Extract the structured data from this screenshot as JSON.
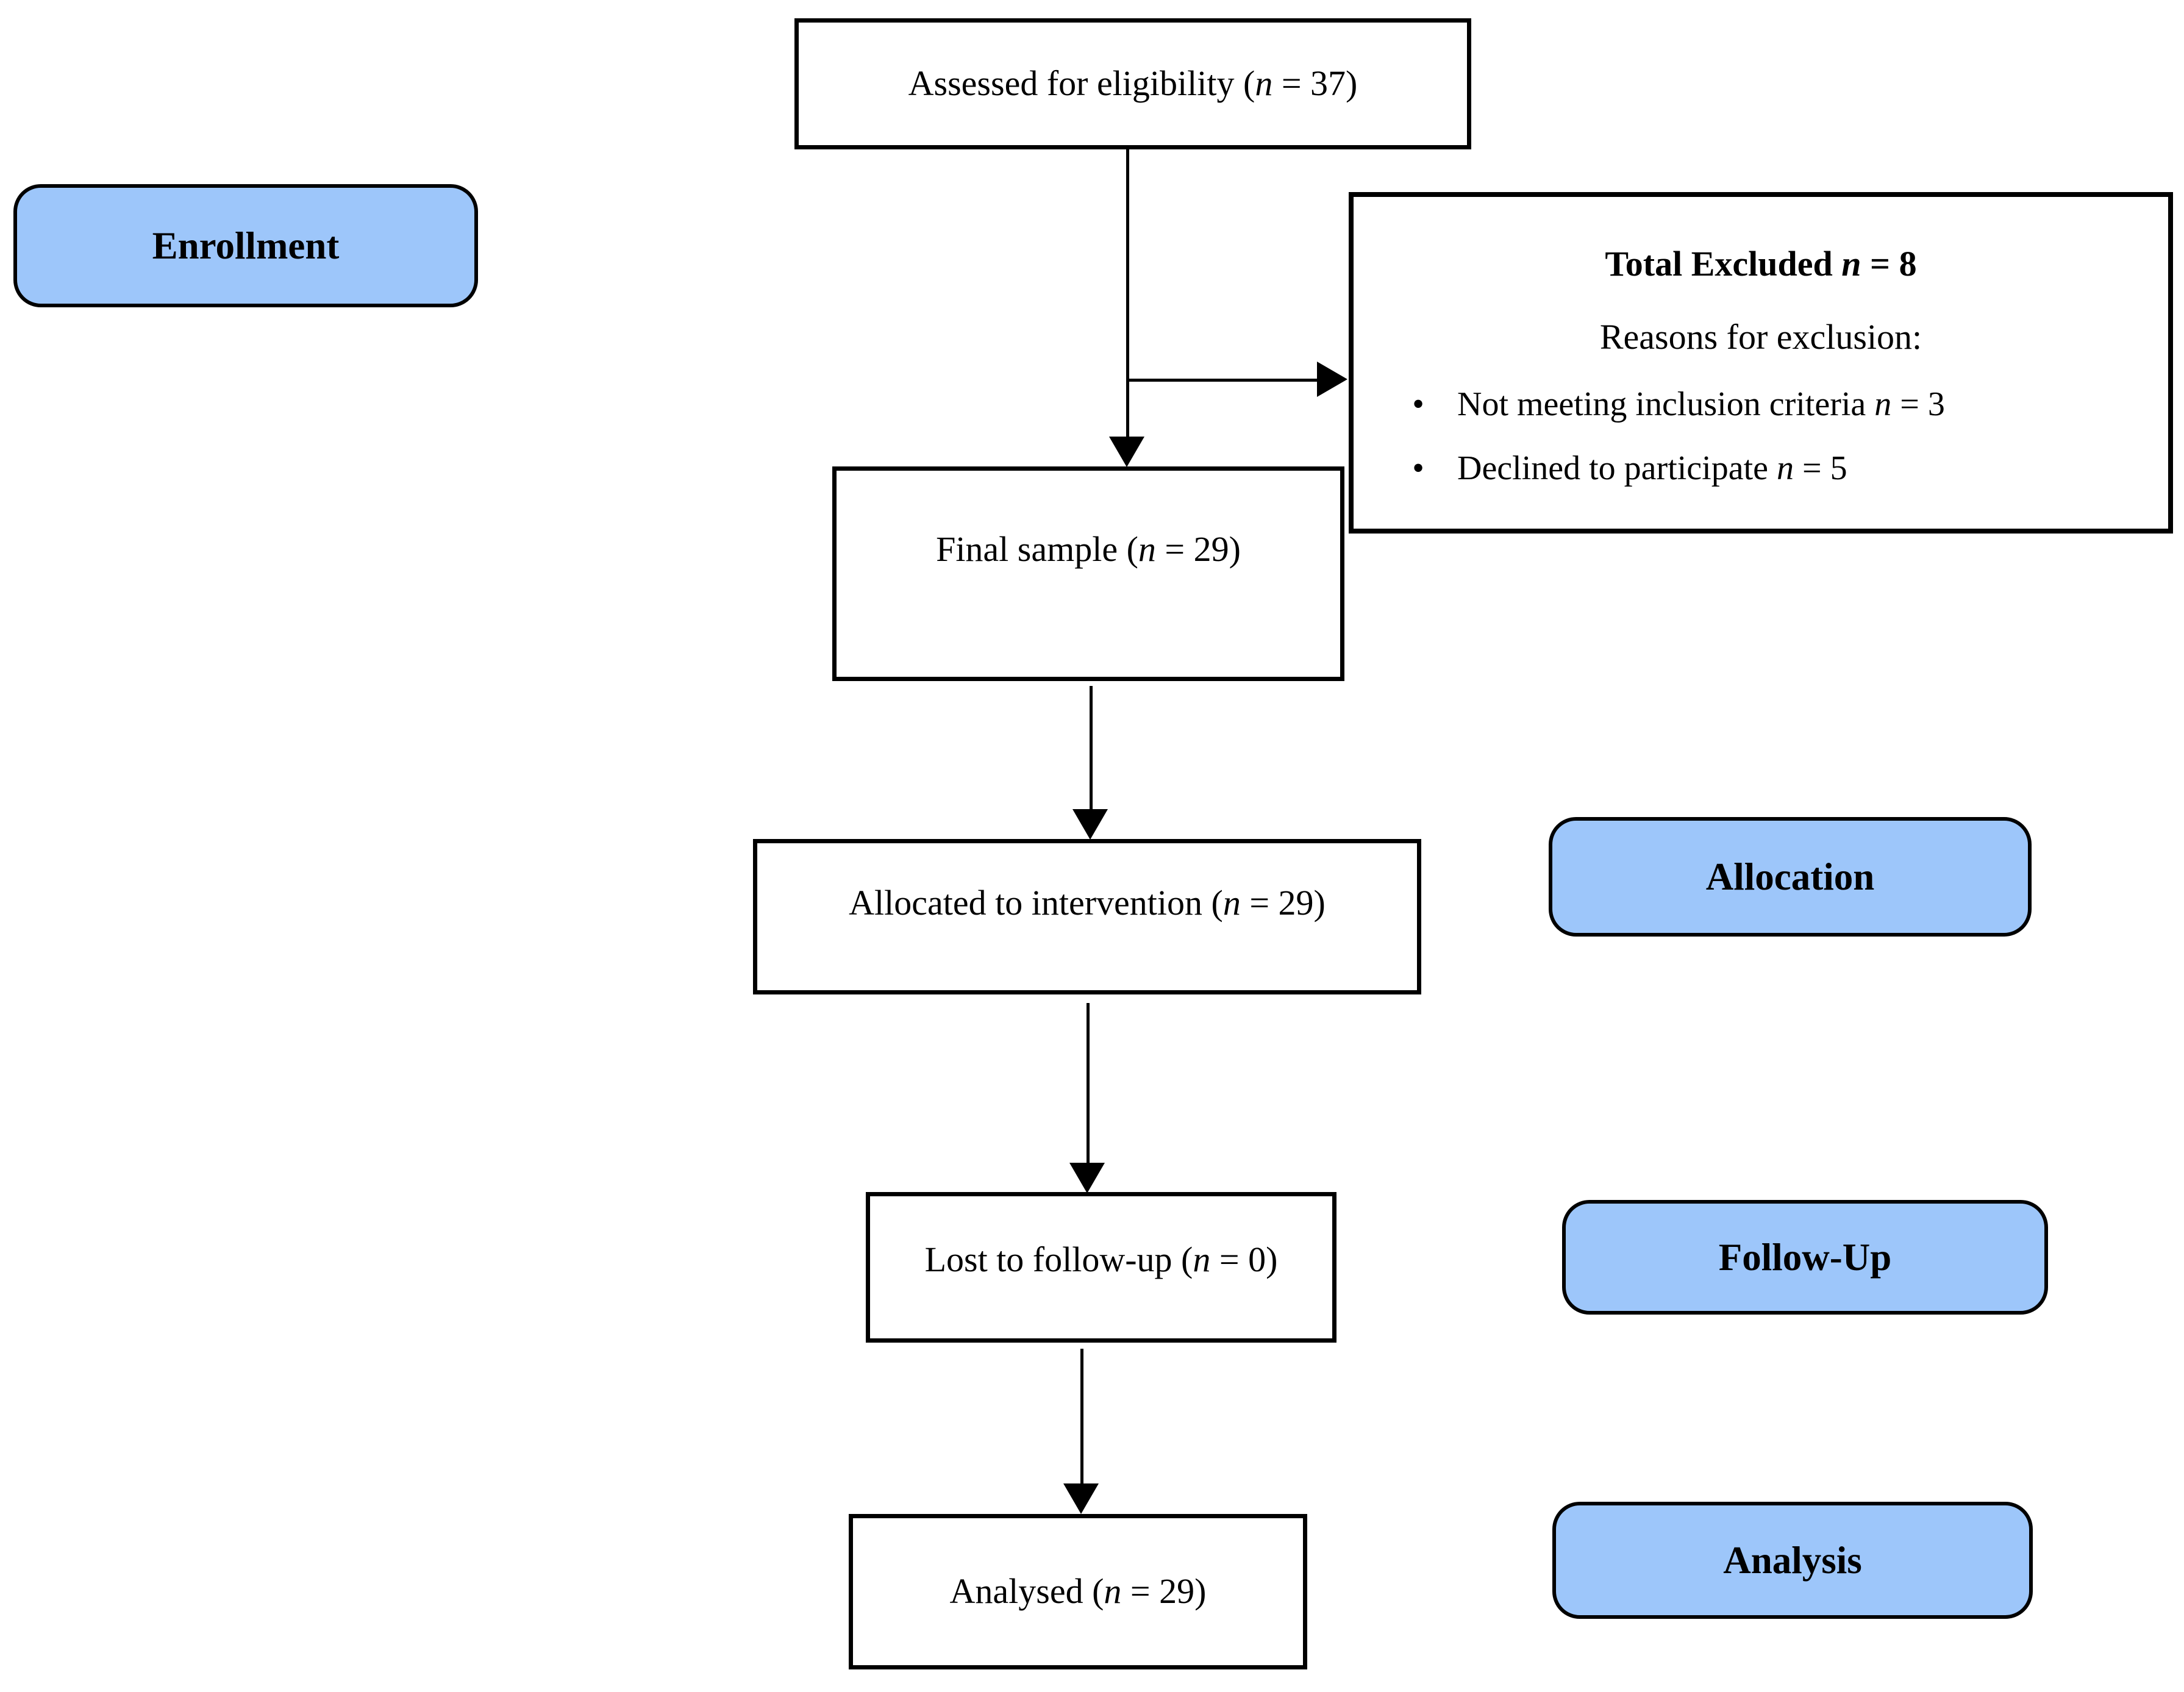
{
  "colors": {
    "pill_fill": "#9DC6FA",
    "ink": "#000000",
    "box_fill": "#FFFFFF",
    "background": "#FFFFFF"
  },
  "counts": {
    "assessed_for_eligibility": 37,
    "total_excluded": 8,
    "not_meeting_inclusion_criteria": 3,
    "declined_to_participate": 5,
    "final_sample": 29,
    "allocated_to_intervention": 29,
    "lost_to_follow_up": 0,
    "analysed": 29
  },
  "stages": {
    "enrollment": "Enrollment",
    "allocation": "Allocation",
    "follow_up": "Follow-Up",
    "analysis": "Analysis"
  },
  "boxes": {
    "assessed": {
      "parts": [
        {
          "t": "Assessed for eligibility (",
          "i": false
        },
        {
          "t": "n",
          "i": true
        },
        {
          "t": " = 37)",
          "i": false
        }
      ]
    },
    "final_sample": {
      "parts": [
        {
          "t": "Final sample (",
          "i": false
        },
        {
          "t": "n",
          "i": true
        },
        {
          "t": " = 29)",
          "i": false
        }
      ]
    },
    "allocated": {
      "parts": [
        {
          "t": "Allocated to intervention (",
          "i": false
        },
        {
          "t": "n",
          "i": true
        },
        {
          "t": " = 29)",
          "i": false
        }
      ]
    },
    "lost": {
      "parts": [
        {
          "t": "Lost to follow-up (",
          "i": false
        },
        {
          "t": "n",
          "i": true
        },
        {
          "t": " = 0)",
          "i": false
        }
      ]
    },
    "analysed": {
      "parts": [
        {
          "t": "Analysed (",
          "i": false
        },
        {
          "t": "n",
          "i": true
        },
        {
          "t": " = 29)",
          "i": false
        }
      ]
    }
  },
  "excluded": {
    "title_parts": [
      {
        "t": "Total Excluded ",
        "i": false
      },
      {
        "t": "n",
        "i": true
      },
      {
        "t": " = 8",
        "i": false
      }
    ],
    "subtitle": "Reasons for exclusion:",
    "bullet_char": "•",
    "bullets": [
      {
        "parts": [
          {
            "t": "Not meeting inclusion criteria ",
            "i": false
          },
          {
            "t": "n",
            "i": true
          },
          {
            "t": " = 3",
            "i": false
          }
        ]
      },
      {
        "parts": [
          {
            "t": "Declined to participate ",
            "i": false
          },
          {
            "t": "n",
            "i": true
          },
          {
            "t": " = 5",
            "i": false
          }
        ]
      }
    ]
  }
}
